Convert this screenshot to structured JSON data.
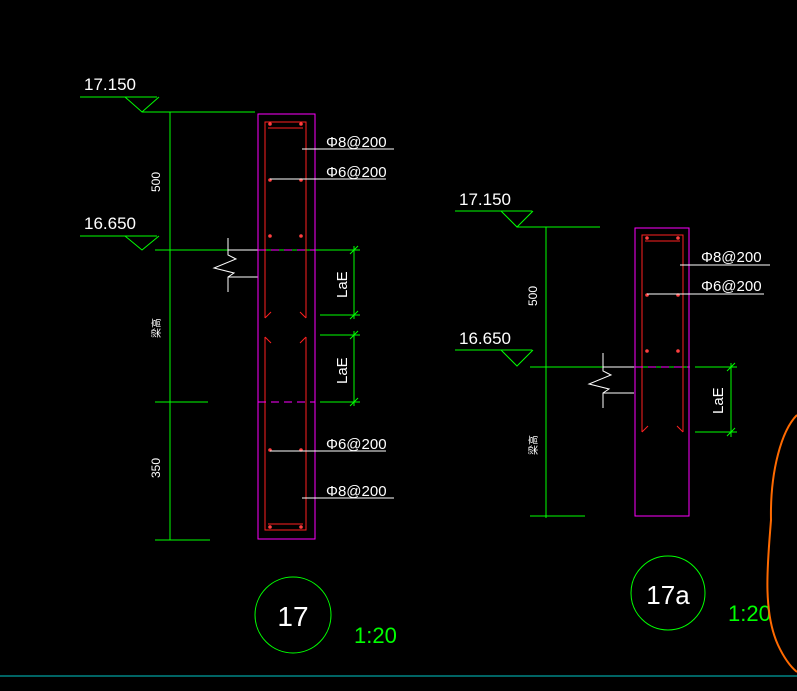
{
  "colors": {
    "background": "#000000",
    "dimension_line": "#00ff00",
    "column_outline": "#ff00ff",
    "rebar": "#ff2020",
    "text": "#ffffff",
    "scale_text": "#00ff00",
    "cut_curve": "#ff6a00",
    "bottom_rule": "#00c8c8"
  },
  "detail_17": {
    "top_level": "17.150",
    "mid_level": "16.650",
    "dim_top": "500",
    "dim_mid": "梁高",
    "dim_bottom": "350",
    "rebar_1": "Φ8@200",
    "rebar_2": "Φ6@200",
    "rebar_3": "Φ6@200",
    "rebar_4": "Φ8@200",
    "lap_1": "LaE",
    "lap_2": "LaE",
    "tag": "17",
    "scale": "1:20"
  },
  "detail_17a": {
    "top_level": "17.150",
    "mid_level": "16.650",
    "dim_top": "500",
    "dim_mid": "梁高",
    "rebar_1": "Φ8@200",
    "rebar_2": "Φ6@200",
    "lap_1": "LaE",
    "tag": "17a",
    "scale": "1:20"
  }
}
